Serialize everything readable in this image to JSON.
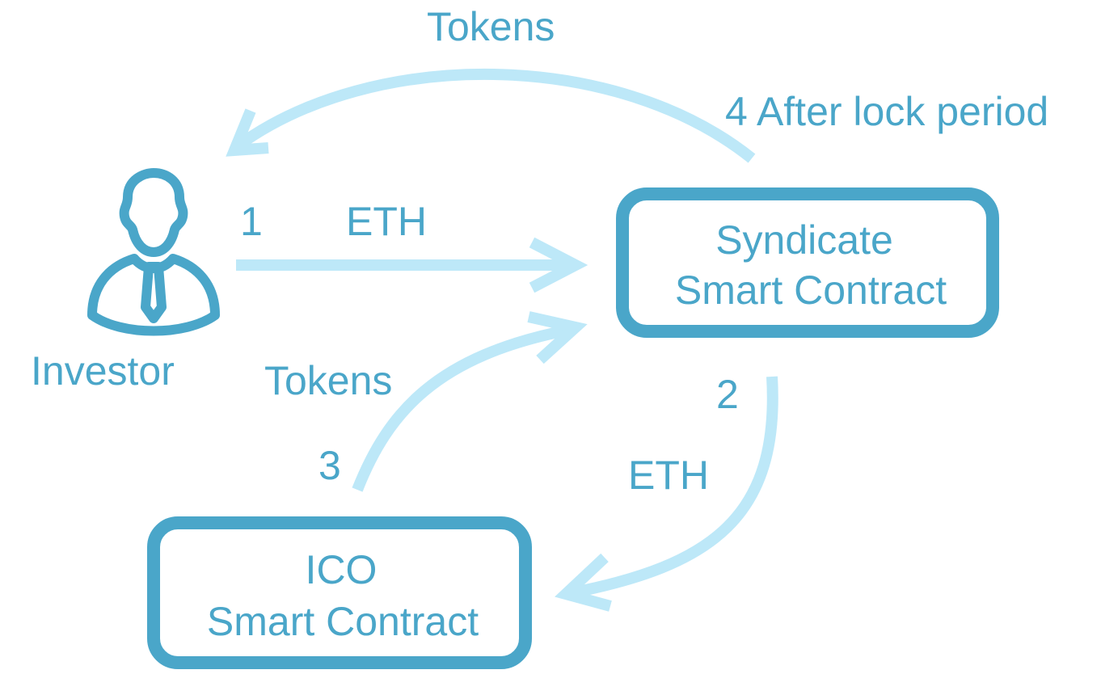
{
  "colors": {
    "primary": "#4aa6c9",
    "arrow": "#bde8f8",
    "background": "#ffffff"
  },
  "nodes": {
    "investor": {
      "icon": "person-icon",
      "label": "Investor"
    },
    "syndicate": {
      "line1": "Syndicate",
      "line2": "Smart Contract"
    },
    "ico": {
      "line1": "ICO",
      "line2": "Smart Contract"
    }
  },
  "flows": {
    "step1": {
      "number": "1",
      "label": "ETH"
    },
    "step2": {
      "number": "2",
      "label": "ETH"
    },
    "step3": {
      "number": "3",
      "label": "Tokens"
    },
    "step4": {
      "number_label": "4 After lock period",
      "label": "Tokens"
    }
  }
}
